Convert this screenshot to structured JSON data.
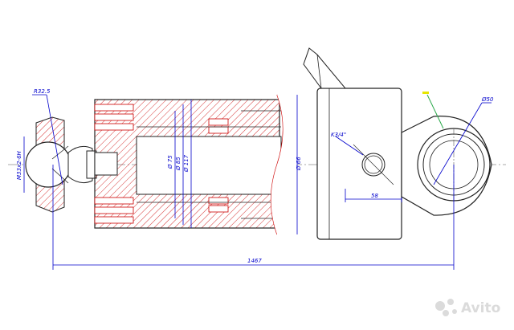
{
  "drawing": {
    "dimensions": {
      "sphere_radius": "R32.5",
      "thread": "M33x2-6H",
      "port_thread": "K3/4\"",
      "bore_diam": "Ø 66",
      "overall_length": "1467",
      "port_offset": "58",
      "eye_diam": "Ø50",
      "rod_d1": "Ø 75",
      "rod_d2": "Ø 85",
      "rod_d3": "Ø 117"
    },
    "colors": {
      "outline": "#222222",
      "dimension": "#0000cc",
      "section": "#cc0000",
      "leader": "#2aa84a",
      "marker": "#e6e600"
    }
  },
  "watermark": {
    "text": "Avito",
    "icon": "avito-dots-icon"
  }
}
